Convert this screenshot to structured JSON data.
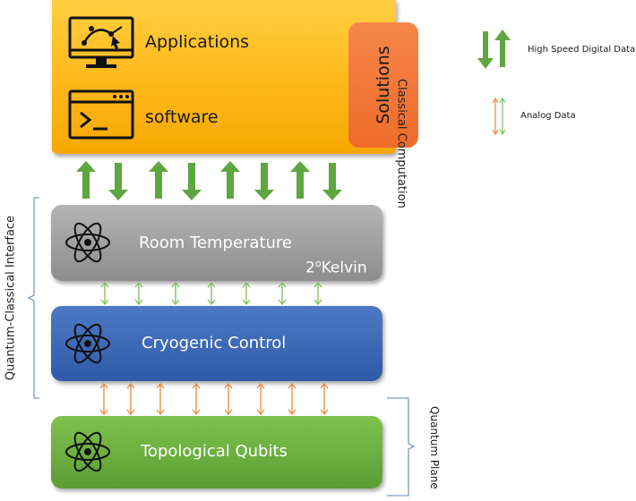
{
  "classical": {
    "applications_label": "Applications",
    "software_label": "software",
    "solutions_label": "Solutions",
    "side_label": "Classical Computation"
  },
  "layers": {
    "room_temperature": {
      "label": "Room Temperature",
      "temp_base": "2",
      "temp_sup": "o",
      "temp_unit": "Kelvin"
    },
    "cryogenic": {
      "label": "Cryogenic Control"
    },
    "topological": {
      "label": "Topological Qubits"
    }
  },
  "side_labels": {
    "quantum_classical_interface": "Quantum-Classical Interface",
    "quantum_plane": "Quantum Plane"
  },
  "legend": {
    "digital": "High Speed Digital Data",
    "analog": "Analog Data"
  },
  "digital_arrows": [
    "up",
    "down",
    "up",
    "down",
    "up",
    "down",
    "up",
    "down"
  ],
  "colors": {
    "digital_arrow": "#5ea63f",
    "analog_green": "#7bbf5a",
    "analog_orange": "#e8893a",
    "bracket": "#7a9cc6"
  }
}
